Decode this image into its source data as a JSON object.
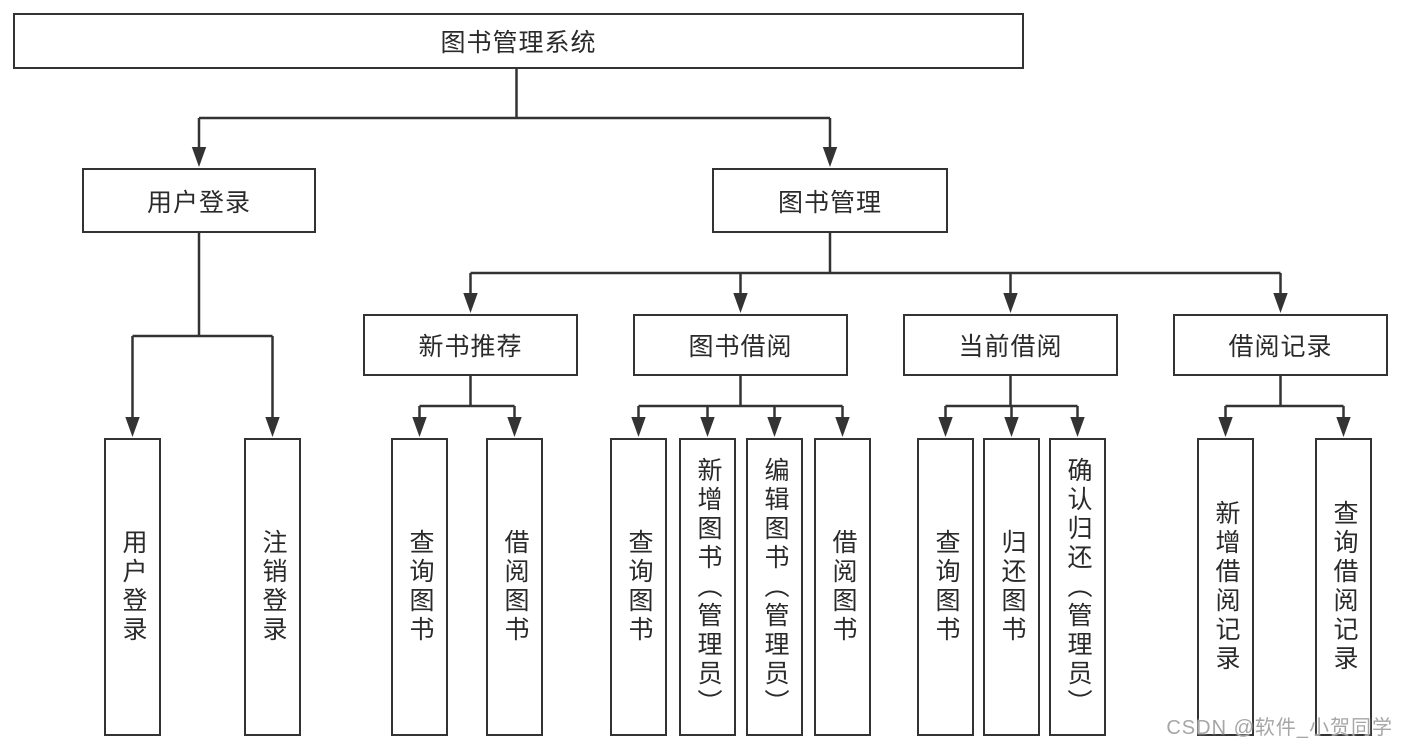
{
  "diagram_type": "hierarchy-tree",
  "colors": {
    "line": "#333333",
    "box_border": "#333333",
    "box_fill": "#ffffff",
    "text": "#2a2a2a",
    "watermark": "#a6a6a6"
  },
  "tree": {
    "label": "图书管理系统",
    "children": [
      {
        "label": "用户登录",
        "children": [
          {
            "label": "用户登录"
          },
          {
            "label": "注销登录"
          }
        ]
      },
      {
        "label": "图书管理",
        "children": [
          {
            "label": "新书推荐",
            "children": [
              {
                "label": "查询图书"
              },
              {
                "label": "借阅图书"
              }
            ]
          },
          {
            "label": "图书借阅",
            "children": [
              {
                "label": "查询图书"
              },
              {
                "label": "新增图书（管理员）"
              },
              {
                "label": "编辑图书（管理员）"
              },
              {
                "label": "借阅图书"
              }
            ]
          },
          {
            "label": "当前借阅",
            "children": [
              {
                "label": "查询图书"
              },
              {
                "label": "归还图书"
              },
              {
                "label": "确认归还（管理员）"
              }
            ]
          },
          {
            "label": "借阅记录",
            "children": [
              {
                "label": "新增借阅记录"
              },
              {
                "label": "查询借阅记录"
              }
            ]
          }
        ]
      }
    ]
  },
  "watermark": {
    "text": "CSDN @软件_小贺同学"
  }
}
